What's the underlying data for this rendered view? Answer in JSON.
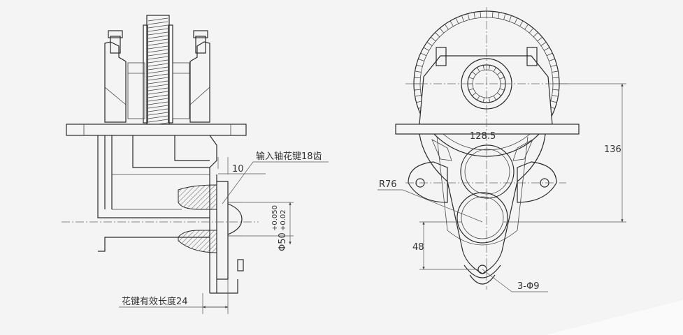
{
  "left_view": {
    "dim_10": "10",
    "spline_note": "输入轴花键18齿",
    "dia_label": "Φ50",
    "tol_upper": "+0.050",
    "tol_lower": "+0.02",
    "spline_length_note": "花键有效长度24"
  },
  "right_view": {
    "dim_128": "128.5",
    "dim_136": "136",
    "radius_label": "R76",
    "dim_48": "48",
    "holes_label": "3-Φ9"
  }
}
